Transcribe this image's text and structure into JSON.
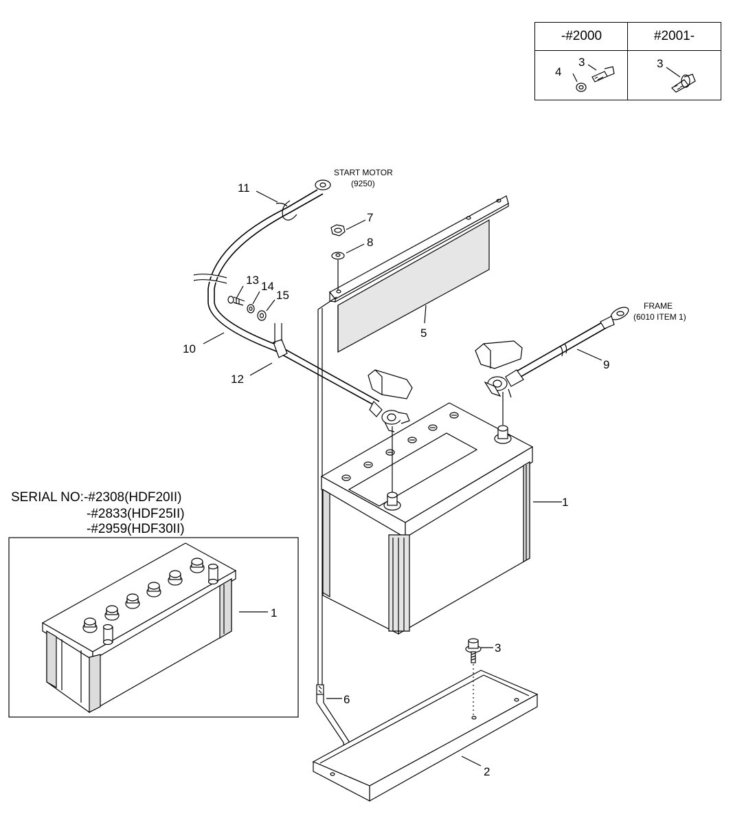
{
  "variant_table": {
    "col1_header": "-#2000",
    "col2_header": "#2001-",
    "col1_labels": [
      "4",
      "3"
    ],
    "col2_labels": [
      "3"
    ]
  },
  "annotations": {
    "start_motor": "START MOTOR",
    "start_motor_ref": "(9250)",
    "frame": "FRAME",
    "frame_ref": "(6010 ITEM 1)"
  },
  "serial_note": {
    "line1": "SERIAL NO:-#2308(HDF20II)",
    "line2": "-#2833(HDF25II)",
    "line3": "-#2959(HDF30II)"
  },
  "callouts": {
    "c1": "1",
    "c1b": "1",
    "c2": "2",
    "c3": "3",
    "c5": "5",
    "c6": "6",
    "c7": "7",
    "c8": "8",
    "c9": "9",
    "c10": "10",
    "c11": "11",
    "c12": "12",
    "c13": "13",
    "c14": "14",
    "c15": "15"
  }
}
